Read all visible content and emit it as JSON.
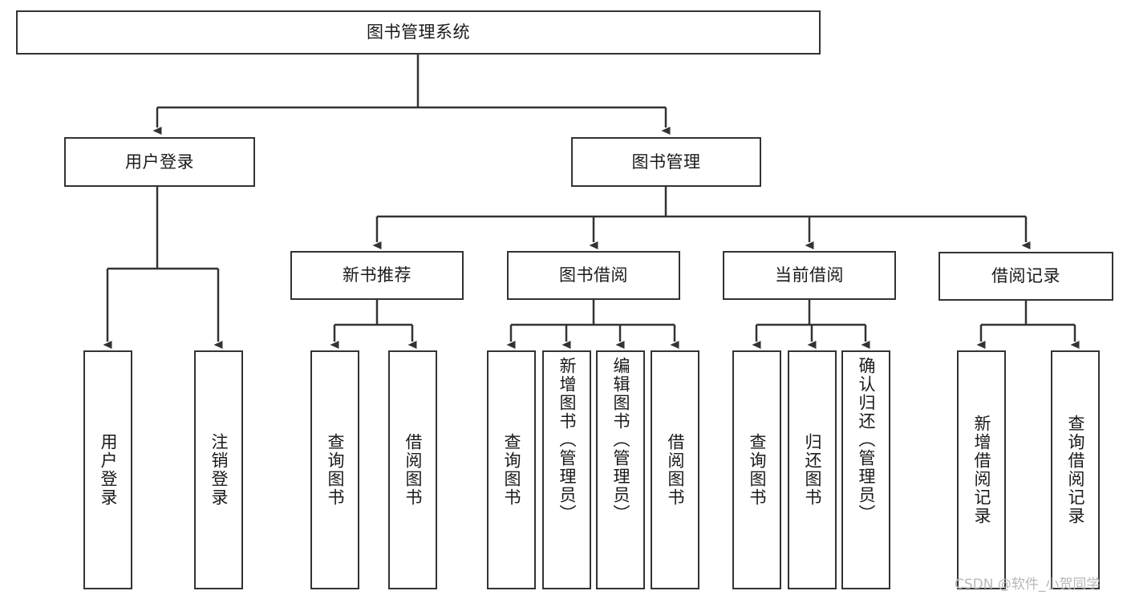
{
  "diagram": {
    "title": "图书管理系统",
    "root": {
      "label": "图书管理系统"
    },
    "level1": [
      {
        "label": "用户登录"
      },
      {
        "label": "图书管理"
      }
    ],
    "level2": [
      {
        "label": "新书推荐"
      },
      {
        "label": "图书借阅"
      },
      {
        "label": "当前借阅"
      },
      {
        "label": "借阅记录"
      }
    ],
    "leaves": {
      "user_login": [
        {
          "label": "用户登录"
        },
        {
          "label": "注销登录"
        }
      ],
      "new_book_recommend": [
        {
          "label": "查询图书"
        },
        {
          "label": "借阅图书"
        }
      ],
      "book_borrow": [
        {
          "label": "查询图书"
        },
        {
          "label": "新增图书（管理员）"
        },
        {
          "label": "编辑图书（管理员）"
        },
        {
          "label": "借阅图书"
        }
      ],
      "current_borrow": [
        {
          "label": "查询图书"
        },
        {
          "label": "归还图书"
        },
        {
          "label": "确认归还（管理员）"
        }
      ],
      "borrow_record": [
        {
          "label": "新增借阅记录"
        },
        {
          "label": "查询借阅记录"
        }
      ]
    }
  },
  "watermark": {
    "text": "CSDN @软件_小贺同学"
  },
  "colors": {
    "stroke": "#333333",
    "fill": "#ffffff",
    "text": "#1a1a1a",
    "watermark": "#b8b8b8"
  }
}
